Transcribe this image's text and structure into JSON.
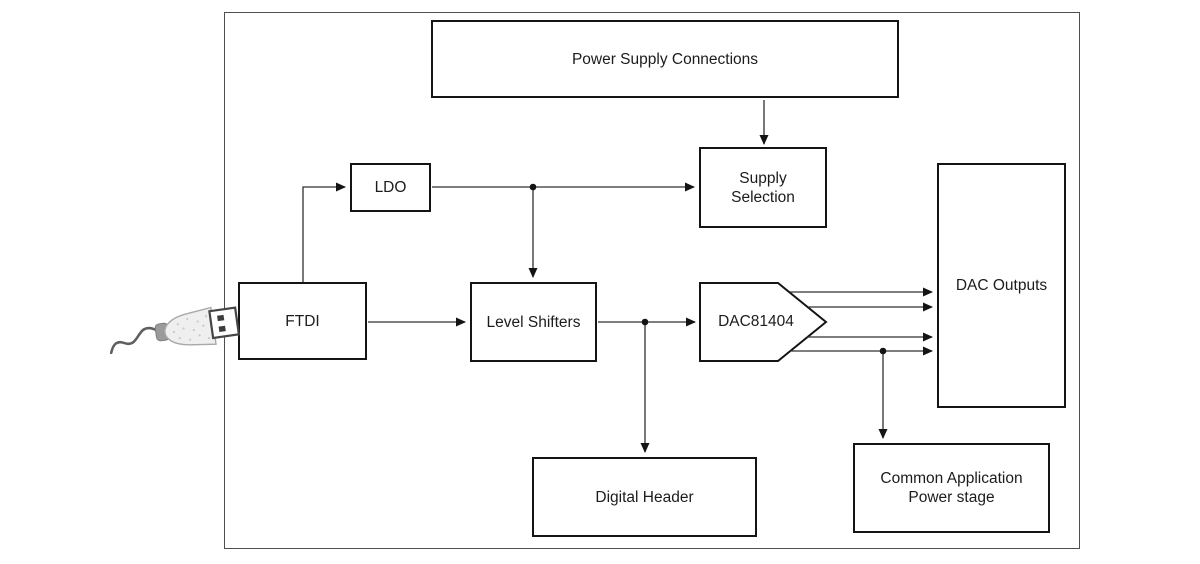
{
  "diagram_type": "block-diagram",
  "colors": {
    "background": "#ffffff",
    "box_border": "#141414",
    "outer_border": "#4f4f4f",
    "wire": "#303030",
    "text": "#1c1c1c"
  },
  "nodes": {
    "power_supply_connections": {
      "label": "Power Supply Connections"
    },
    "ldo": {
      "label": "LDO"
    },
    "supply_selection": {
      "lines": [
        "Supply",
        "Selection"
      ]
    },
    "ftdi": {
      "label": "FTDI"
    },
    "level_shifters": {
      "label": "Level Shifters"
    },
    "dac81404": {
      "label": "DAC81404"
    },
    "dac_outputs": {
      "label": "DAC Outputs"
    },
    "digital_header": {
      "label": "Digital Header"
    },
    "common_application_power_stage": {
      "lines": [
        "Common Application",
        "Power stage"
      ]
    }
  },
  "icons": {
    "usb_plug": "usb-plug-icon"
  },
  "edges": [
    {
      "from": "power_supply_connections",
      "to": "supply_selection",
      "arrow": true
    },
    {
      "from": "ftdi",
      "to": "ldo",
      "arrow": true
    },
    {
      "from": "ldo",
      "to": "supply_selection",
      "arrow": true
    },
    {
      "from": "ldo",
      "to": "level_shifters",
      "arrow": true,
      "via": "junction"
    },
    {
      "from": "ftdi",
      "to": "level_shifters",
      "arrow": true
    },
    {
      "from": "level_shifters",
      "to": "dac81404",
      "arrow": true
    },
    {
      "from": "level_shifters",
      "to": "digital_header",
      "arrow": true,
      "via": "junction"
    },
    {
      "from": "dac81404",
      "to": "dac_outputs",
      "arrow": true,
      "line_count": 4
    },
    {
      "from": "dac81404",
      "to": "common_application_power_stage",
      "arrow": true,
      "via": "junction"
    },
    {
      "from": "usb_plug",
      "to": "ftdi",
      "arrow": false
    }
  ]
}
